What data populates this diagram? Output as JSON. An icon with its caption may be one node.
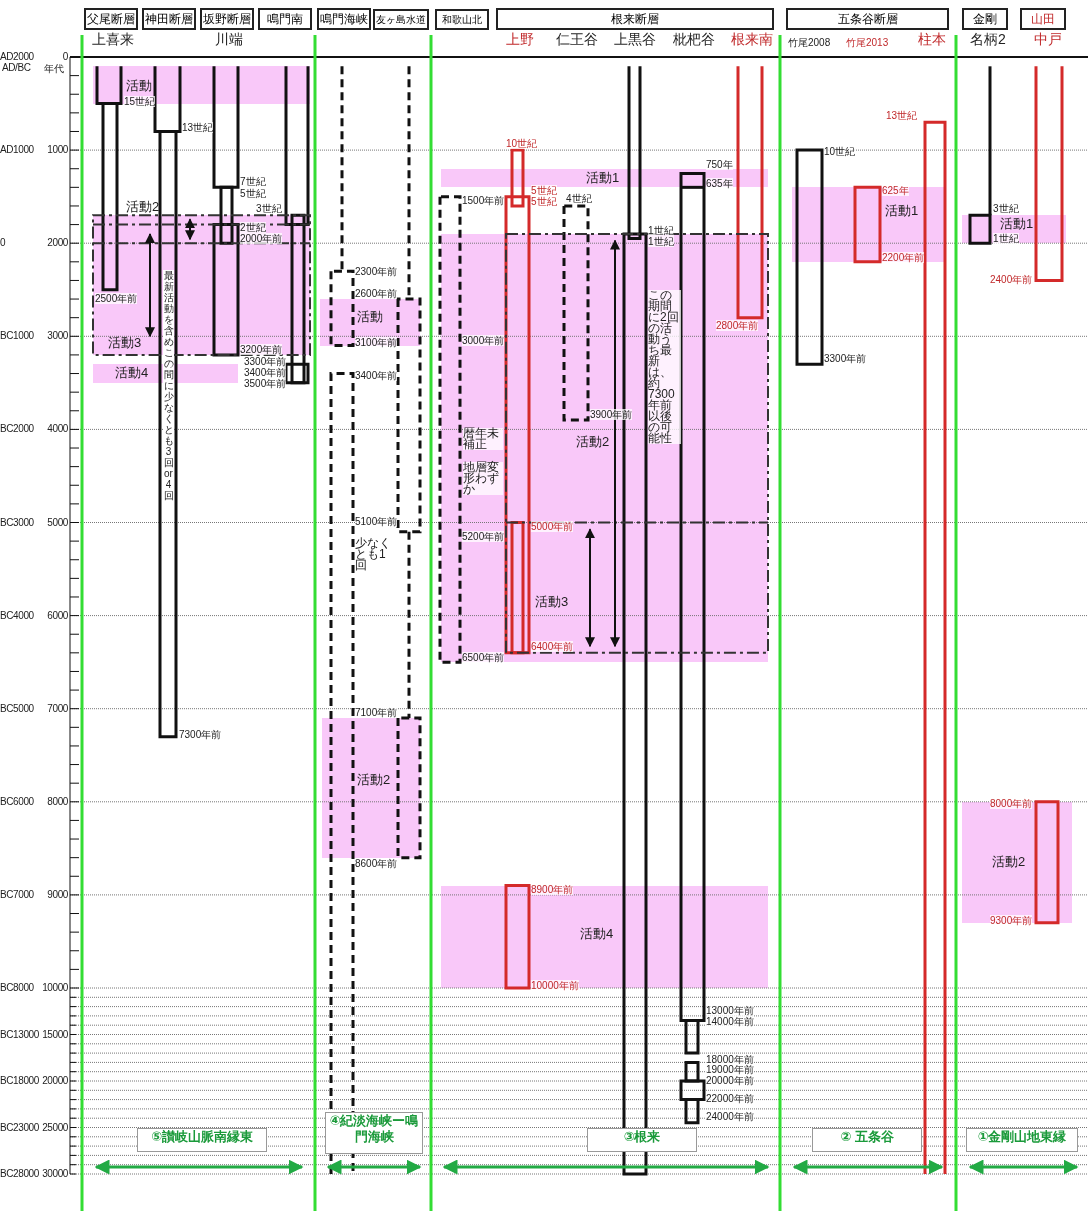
{
  "diagram": {
    "nodes": [
      {
        "text": [
          "父尾断層"
        ]
      },
      {
        "text": [
          "神田断層"
        ]
      },
      {
        "text": [
          "坂野断層"
        ]
      },
      {
        "text": [
          "鳴門南"
        ]
      },
      {
        "text": [
          "鳴門海峡"
        ]
      },
      {
        "text": [
          "友ヶ島水道"
        ]
      },
      {
        "text": [
          "和歌山北"
        ]
      },
      {
        "text": [
          "根来断層"
        ]
      },
      {
        "text": [
          "五条谷断層"
        ]
      },
      {
        "text": [
          "金剛"
        ]
      },
      {
        "text": [
          "山田"
        ]
      },
      {
        "text": [
          "活動"
        ]
      },
      {
        "text": [
          "活動2"
        ]
      },
      {
        "text": [
          "活動4"
        ]
      },
      {
        "text": [
          "活動"
        ]
      },
      {
        "text": [
          "活動2"
        ]
      },
      {
        "text": [
          "活動1"
        ]
      },
      {
        "text": [
          "活動2"
        ]
      },
      {
        "text": [
          "活動4"
        ]
      },
      {
        "text": [
          "活動1"
        ]
      },
      {
        "text": [
          "活動1"
        ]
      },
      {
        "text": [
          "活動2"
        ]
      },
      {
        "text": [
          "⑤讃岐山脈南縁東"
        ]
      },
      {
        "text": [
          "④紀淡海峡ー鳴門海峡"
        ]
      },
      {
        "text": [
          "③根来"
        ]
      },
      {
        "text": [
          "② 五条谷"
        ]
      },
      {
        "text": [
          "①金剛山地東縁"
        ]
      }
    ],
    "labels": [
      "上喜来",
      "川端",
      "上野",
      "仁王谷",
      "上黒谷",
      "枇杷谷",
      "根来南",
      "竹尾2008",
      "竹尾2013",
      "柱本",
      "名柄2",
      "中戸",
      "AD/BC",
      "年代",
      "AD2000",
      "0",
      "AD1000",
      "1000",
      "0",
      "2000",
      "BC1000",
      "3000",
      "BC2000",
      "4000",
      "BC3000",
      "5000",
      "BC4000",
      "6000",
      "BC5000",
      "7000",
      "BC6000",
      "8000",
      "BC7000",
      "9000",
      "BC8000",
      "10000",
      "BC13000",
      "15000",
      "BC18000",
      "20000",
      "BC23000",
      "25000",
      "BC28000",
      "30000",
      "15世紀",
      "13世紀",
      "7世紀",
      "5世紀",
      "2世紀",
      "2000年前",
      "3世紀",
      "2500年前",
      "活動3",
      "3200年前",
      "3300年前",
      "3400年前",
      "3500年前",
      "3400年前",
      "最新活動を含めこの間に少なくとも3回or4回",
      "7300年前",
      "2300年前",
      "2600年前",
      "3100年前",
      "少なくとも1回",
      "5100年前",
      "7100年前",
      "8600年前",
      "1500年前",
      "3000年前",
      "暦年未補正",
      "地層変形わずか",
      "5200年前",
      "6500年前",
      "10世紀",
      "5世紀",
      "5世紀",
      "4世紀",
      "1世紀",
      "1世紀",
      "750年",
      "635年",
      "2800年前",
      "3900年前",
      "この期間に2回の活動うち最新は、約7300年前以後の可能性",
      "5000年前",
      "活動3",
      "6400年前",
      "8900年前",
      "10000年前",
      "13000年前",
      "14000年前",
      "18000年前",
      "19000年前",
      "20000年前",
      "22000年前",
      "24000年前",
      "10世紀",
      "625年",
      "2200年前",
      "3300年前",
      "13世紀",
      "3世紀",
      "1世紀",
      "2400年前",
      "8000年前",
      "9300年前"
    ]
  }
}
